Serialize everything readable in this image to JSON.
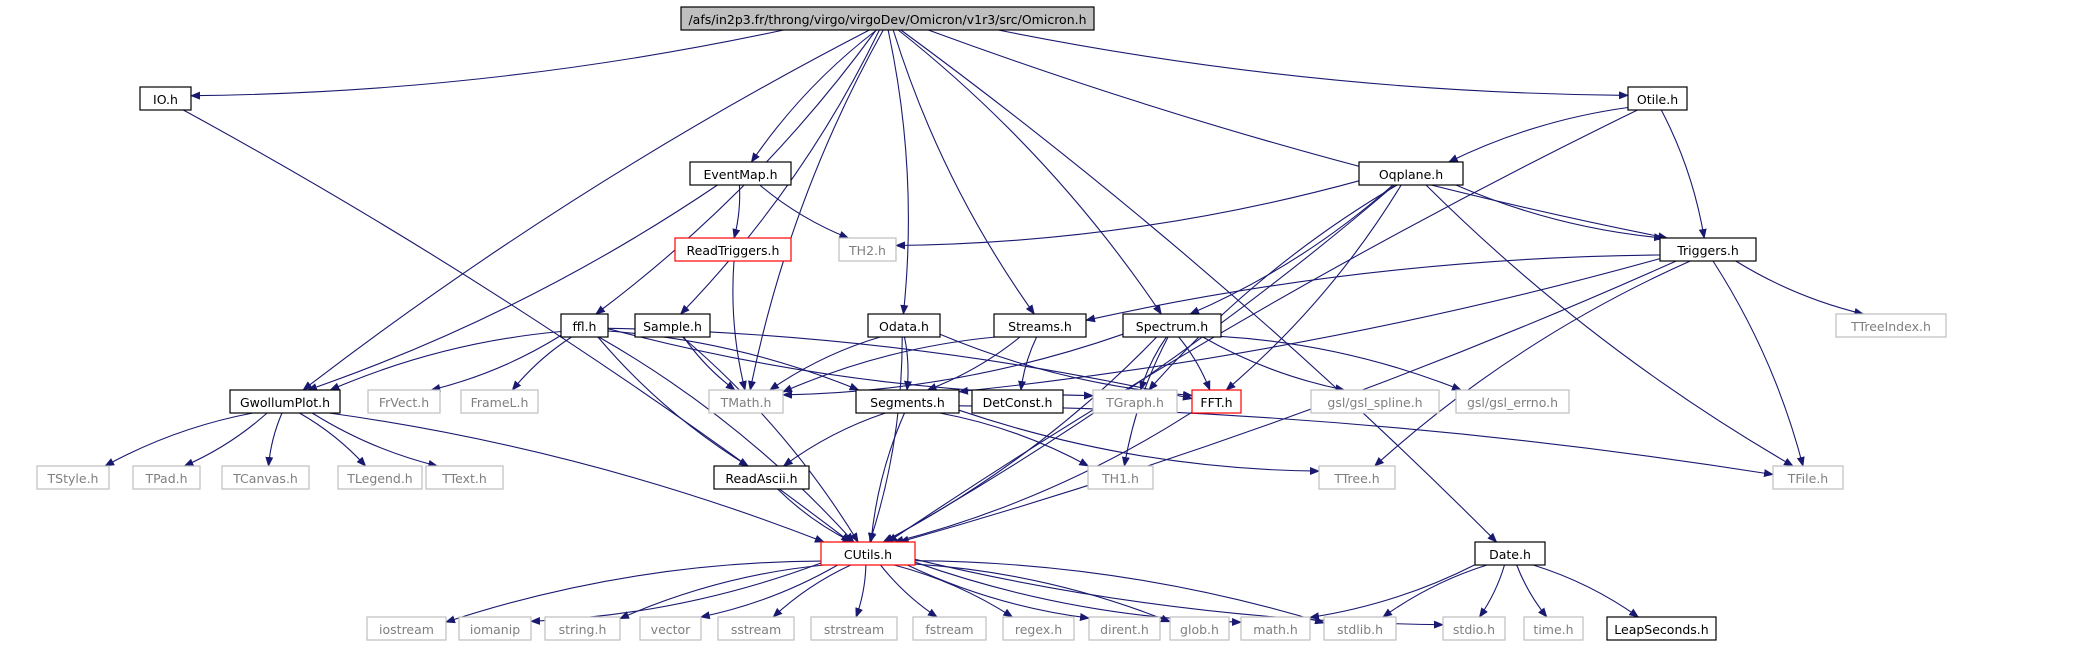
{
  "colors": {
    "edge": "#191970",
    "root_fill": "#bfbfbf",
    "normal_border": "#000000",
    "missing_border": "#bfbfbf",
    "truncated_border": "#ff0000",
    "text": "#000000",
    "missing_text": "#7f7f7f"
  },
  "nodes": [
    {
      "id": "root",
      "label": "/afs/in2p3.fr/throng/virgo/virgoDev/Omicron/v1r3/src/Omicron.h",
      "style": "root"
    },
    {
      "id": "io",
      "label": "IO.h",
      "style": "normal"
    },
    {
      "id": "otile",
      "label": "Otile.h",
      "style": "normal"
    },
    {
      "id": "eventmap",
      "label": "EventMap.h",
      "style": "normal"
    },
    {
      "id": "oqplane",
      "label": "Oqplane.h",
      "style": "normal"
    },
    {
      "id": "readtriggers",
      "label": "ReadTriggers.h",
      "style": "truncated"
    },
    {
      "id": "th2",
      "label": "TH2.h",
      "style": "missing"
    },
    {
      "id": "triggers",
      "label": "Triggers.h",
      "style": "normal"
    },
    {
      "id": "ffl",
      "label": "ffl.h",
      "style": "normal"
    },
    {
      "id": "sample",
      "label": "Sample.h",
      "style": "normal"
    },
    {
      "id": "odata",
      "label": "Odata.h",
      "style": "normal"
    },
    {
      "id": "streams",
      "label": "Streams.h",
      "style": "normal"
    },
    {
      "id": "spectrum",
      "label": "Spectrum.h",
      "style": "normal"
    },
    {
      "id": "ttreeindex",
      "label": "TTreeIndex.h",
      "style": "missing"
    },
    {
      "id": "gwollum",
      "label": "GwollumPlot.h",
      "style": "normal"
    },
    {
      "id": "frvect",
      "label": "FrVect.h",
      "style": "missing"
    },
    {
      "id": "framel",
      "label": "FrameL.h",
      "style": "missing"
    },
    {
      "id": "tmath",
      "label": "TMath.h",
      "style": "missing"
    },
    {
      "id": "segments",
      "label": "Segments.h",
      "style": "normal"
    },
    {
      "id": "detconst",
      "label": "DetConst.h",
      "style": "normal"
    },
    {
      "id": "tgraph",
      "label": "TGraph.h",
      "style": "missing"
    },
    {
      "id": "fft",
      "label": "FFT.h",
      "style": "truncated"
    },
    {
      "id": "gslspline",
      "label": "gsl/gsl_spline.h",
      "style": "missing"
    },
    {
      "id": "gslerrno",
      "label": "gsl/gsl_errno.h",
      "style": "missing"
    },
    {
      "id": "tstyle",
      "label": "TStyle.h",
      "style": "missing"
    },
    {
      "id": "tpad",
      "label": "TPad.h",
      "style": "missing"
    },
    {
      "id": "tcanvas",
      "label": "TCanvas.h",
      "style": "missing"
    },
    {
      "id": "tlegend",
      "label": "TLegend.h",
      "style": "missing"
    },
    {
      "id": "ttext",
      "label": "TText.h",
      "style": "missing"
    },
    {
      "id": "readascii",
      "label": "ReadAscii.h",
      "style": "normal"
    },
    {
      "id": "th1",
      "label": "TH1.h",
      "style": "missing"
    },
    {
      "id": "ttree",
      "label": "TTree.h",
      "style": "missing"
    },
    {
      "id": "tfile",
      "label": "TFile.h",
      "style": "missing"
    },
    {
      "id": "cutils",
      "label": "CUtils.h",
      "style": "truncated"
    },
    {
      "id": "date",
      "label": "Date.h",
      "style": "normal"
    },
    {
      "id": "iostream",
      "label": "iostream",
      "style": "missing"
    },
    {
      "id": "iomanip",
      "label": "iomanip",
      "style": "missing"
    },
    {
      "id": "string",
      "label": "string.h",
      "style": "missing"
    },
    {
      "id": "vector",
      "label": "vector",
      "style": "missing"
    },
    {
      "id": "sstream",
      "label": "sstream",
      "style": "missing"
    },
    {
      "id": "strstream",
      "label": "strstream",
      "style": "missing"
    },
    {
      "id": "fstream",
      "label": "fstream",
      "style": "missing"
    },
    {
      "id": "regex",
      "label": "regex.h",
      "style": "missing"
    },
    {
      "id": "dirent",
      "label": "dirent.h",
      "style": "missing"
    },
    {
      "id": "glob",
      "label": "glob.h",
      "style": "missing"
    },
    {
      "id": "math",
      "label": "math.h",
      "style": "missing"
    },
    {
      "id": "stdlib",
      "label": "stdlib.h",
      "style": "missing"
    },
    {
      "id": "stdio",
      "label": "stdio.h",
      "style": "missing"
    },
    {
      "id": "time",
      "label": "time.h",
      "style": "missing"
    },
    {
      "id": "leapseconds",
      "label": "LeapSeconds.h",
      "style": "normal"
    }
  ],
  "edges": [
    [
      "root",
      "io"
    ],
    [
      "root",
      "otile"
    ],
    [
      "root",
      "date"
    ],
    [
      "root",
      "gwollum"
    ],
    [
      "root",
      "ffl"
    ],
    [
      "root",
      "eventmap"
    ],
    [
      "root",
      "sample"
    ],
    [
      "root",
      "tmath"
    ],
    [
      "root",
      "odata"
    ],
    [
      "root",
      "streams"
    ],
    [
      "root",
      "spectrum"
    ],
    [
      "root",
      "triggers"
    ],
    [
      "io",
      "cutils"
    ],
    [
      "otile",
      "oqplane"
    ],
    [
      "otile",
      "triggers"
    ],
    [
      "otile",
      "cutils"
    ],
    [
      "eventmap",
      "readtriggers"
    ],
    [
      "eventmap",
      "th2"
    ],
    [
      "eventmap",
      "gwollum"
    ],
    [
      "readtriggers",
      "tmath"
    ],
    [
      "oqplane",
      "th2"
    ],
    [
      "oqplane",
      "triggers"
    ],
    [
      "oqplane",
      "spectrum"
    ],
    [
      "oqplane",
      "tgraph"
    ],
    [
      "oqplane",
      "fft"
    ],
    [
      "oqplane",
      "tfile"
    ],
    [
      "oqplane",
      "cutils"
    ],
    [
      "triggers",
      "streams"
    ],
    [
      "triggers",
      "segments"
    ],
    [
      "triggers",
      "ttreeindex"
    ],
    [
      "triggers",
      "tfile"
    ],
    [
      "triggers",
      "ttree"
    ],
    [
      "triggers",
      "cutils"
    ],
    [
      "ffl",
      "gwollum"
    ],
    [
      "ffl",
      "frvect"
    ],
    [
      "ffl",
      "framel"
    ],
    [
      "ffl",
      "segments"
    ],
    [
      "ffl",
      "tgraph"
    ],
    [
      "ffl",
      "fft"
    ],
    [
      "ffl",
      "readascii"
    ],
    [
      "ffl",
      "cutils"
    ],
    [
      "sample",
      "tmath"
    ],
    [
      "sample",
      "cutils"
    ],
    [
      "odata",
      "tmath"
    ],
    [
      "odata",
      "segments"
    ],
    [
      "odata",
      "fft"
    ],
    [
      "odata",
      "cutils"
    ],
    [
      "streams",
      "tmath"
    ],
    [
      "streams",
      "segments"
    ],
    [
      "streams",
      "detconst"
    ],
    [
      "spectrum",
      "tmath"
    ],
    [
      "spectrum",
      "tgraph"
    ],
    [
      "spectrum",
      "fft"
    ],
    [
      "spectrum",
      "gslspline"
    ],
    [
      "spectrum",
      "gslerrno"
    ],
    [
      "spectrum",
      "th1"
    ],
    [
      "spectrum",
      "cutils"
    ],
    [
      "gwollum",
      "tstyle"
    ],
    [
      "gwollum",
      "tpad"
    ],
    [
      "gwollum",
      "tcanvas"
    ],
    [
      "gwollum",
      "tlegend"
    ],
    [
      "gwollum",
      "ttext"
    ],
    [
      "gwollum",
      "cutils"
    ],
    [
      "segments",
      "readascii"
    ],
    [
      "segments",
      "th1"
    ],
    [
      "segments",
      "ttree"
    ],
    [
      "segments",
      "tfile"
    ],
    [
      "segments",
      "cutils"
    ],
    [
      "fft",
      "cutils"
    ],
    [
      "readascii",
      "cutils"
    ],
    [
      "date",
      "math"
    ],
    [
      "date",
      "stdlib"
    ],
    [
      "date",
      "stdio"
    ],
    [
      "date",
      "time"
    ],
    [
      "date",
      "leapseconds"
    ],
    [
      "cutils",
      "iostream"
    ],
    [
      "cutils",
      "iomanip"
    ],
    [
      "cutils",
      "string"
    ],
    [
      "cutils",
      "vector"
    ],
    [
      "cutils",
      "sstream"
    ],
    [
      "cutils",
      "strstream"
    ],
    [
      "cutils",
      "fstream"
    ],
    [
      "cutils",
      "regex"
    ],
    [
      "cutils",
      "dirent"
    ],
    [
      "cutils",
      "glob"
    ],
    [
      "cutils",
      "math"
    ],
    [
      "cutils",
      "stdlib"
    ],
    [
      "cutils",
      "stdio"
    ]
  ]
}
